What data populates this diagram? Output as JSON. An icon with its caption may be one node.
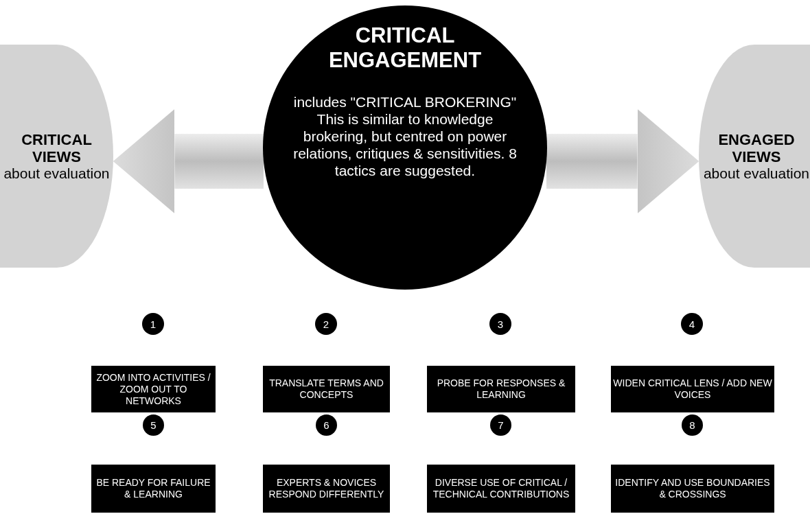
{
  "diagram": {
    "nodes": [
      {
        "text": [
          "CRITICAL VIEWS",
          "about evaluation"
        ]
      },
      {
        "text": [
          "CRITICAL ENGAGEMENT",
          "includes \"CRITICAL BROKERING\" This is similar to knowledge brokering, but centred on power relations, critiques & sensitivities. 8 tactics are suggested."
        ]
      },
      {
        "text": [
          "ENGAGED VIEWS",
          "about evaluation"
        ]
      },
      {
        "text": [
          "1"
        ]
      },
      {
        "text": [
          "2"
        ]
      },
      {
        "text": [
          "3"
        ]
      },
      {
        "text": [
          "4"
        ]
      },
      {
        "text": [
          "ZOOM INTO ACTIVITIES / ZOOM OUT TO NETWORKS"
        ]
      },
      {
        "text": [
          "TRANSLATE TERMS AND CONCEPTS"
        ]
      },
      {
        "text": [
          "PROBE FOR RESPONSES & LEARNING"
        ]
      },
      {
        "text": [
          "WIDEN CRITICAL LENS / ADD NEW VOICES"
        ]
      },
      {
        "text": [
          "5"
        ]
      },
      {
        "text": [
          "6"
        ]
      },
      {
        "text": [
          "7"
        ]
      },
      {
        "text": [
          "8"
        ]
      },
      {
        "text": [
          "BE READY FOR FAILURE & LEARNING"
        ]
      },
      {
        "text": [
          "EXPERTS & NOVICES RESPOND DIFFERENTLY"
        ]
      },
      {
        "text": [
          "DIVERSE USE OF CRITICAL / TECHNICAL CONTRIBUTIONS"
        ]
      },
      {
        "text": [
          "IDENTIFY AND USE BOUNDARIES & CROSSINGS"
        ]
      }
    ],
    "edges": [
      {
        "from": 1,
        "to": 0,
        "arrow": "to",
        "style": "thick"
      },
      {
        "from": 1,
        "to": 2,
        "arrow": "to",
        "style": "thick"
      }
    ]
  }
}
